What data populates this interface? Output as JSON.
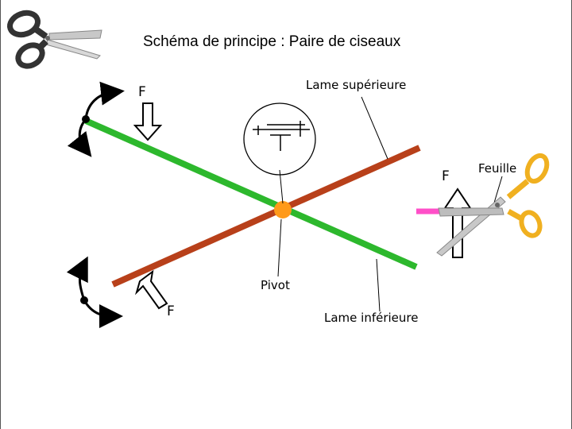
{
  "title": "Schéma de principe : Paire de ciseaux",
  "title_tail": " ",
  "labels": {
    "upper_blade": "Lame supérieure",
    "lower_blade": "Lame inférieure",
    "pivot": "Pivot",
    "sheet": "Feuille",
    "force_top_left": "F",
    "force_bottom_left": "F",
    "force_right": "F"
  },
  "icons": {
    "scissors_top_left": "scissors-icon",
    "scissors_right": "scissors-icon",
    "pivot_symbol": "pivot-joint-symbol"
  },
  "colors": {
    "upper_blade": "#2db82d",
    "lower_blade": "#b8401a",
    "pivot": "#ff9a1a",
    "sheet": "#ff4fc8",
    "scissors_handle_right": "#f0b020",
    "scissors_handle_left": "#333333"
  }
}
